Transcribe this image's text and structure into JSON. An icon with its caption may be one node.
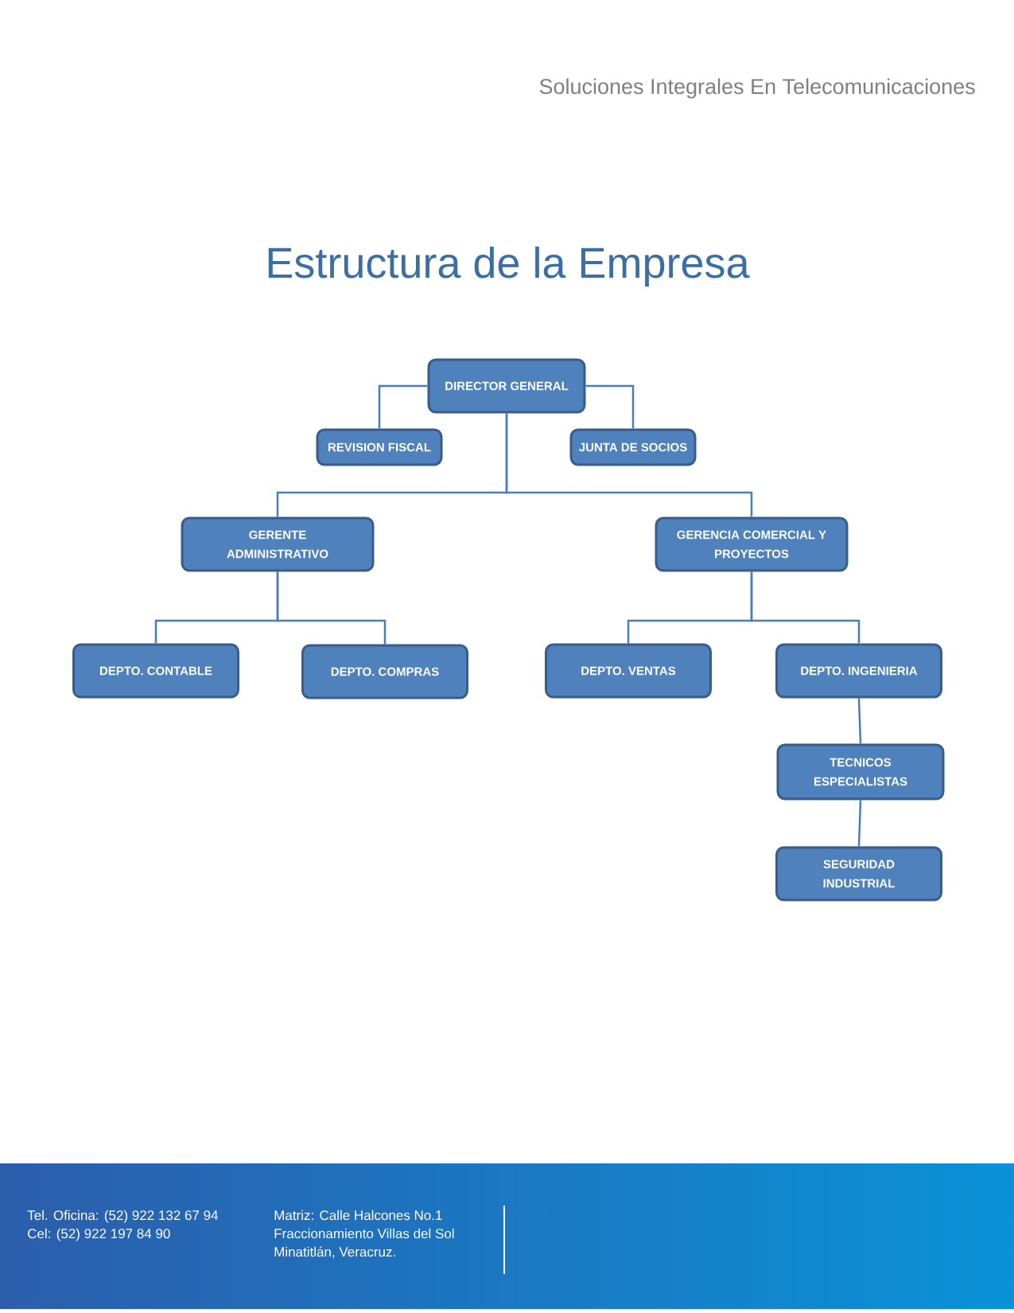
{
  "diagram": {
    "title": "Estructura de la Empresa",
    "nodes": [
      {
        "text": [
          "DIRECTOR GENERAL"
        ]
      },
      {
        "text": [
          "REVISION FISCAL"
        ]
      },
      {
        "text": [
          "JUNTA DE SOCIOS"
        ]
      },
      {
        "text": [
          "GERENTE ADMINISTRATIVO"
        ]
      },
      {
        "text": [
          "GERENCIA COMERCIAL Y PROYECTOS"
        ]
      },
      {
        "text": [
          "DEPTO. CONTABLE"
        ]
      },
      {
        "text": [
          "DEPTO. COMPRAS"
        ]
      },
      {
        "text": [
          "DEPTO. VENTAS"
        ]
      },
      {
        "text": [
          "DEPTO. INGENIERIA"
        ]
      },
      {
        "text": [
          "TECNICOS ESPECIALISTAS"
        ]
      },
      {
        "text": [
          "SEGURIDAD INDUSTRIAL"
        ]
      }
    ],
    "edges": [
      {
        "from": 0,
        "to": 1,
        "arrow": "none"
      },
      {
        "from": 0,
        "to": 2,
        "arrow": "none"
      },
      {
        "from": 0,
        "to": 3,
        "arrow": "none"
      },
      {
        "from": 0,
        "to": 4,
        "arrow": "none"
      },
      {
        "from": 3,
        "to": 5,
        "arrow": "none"
      },
      {
        "from": 3,
        "to": 6,
        "arrow": "none"
      },
      {
        "from": 4,
        "to": 7,
        "arrow": "none"
      },
      {
        "from": 4,
        "to": 8,
        "arrow": "none"
      },
      {
        "from": 8,
        "to": 9,
        "arrow": "none"
      },
      {
        "from": 9,
        "to": 10,
        "arrow": "none"
      }
    ],
    "labels": [
      "Soluciones Integrales En Telecomunicaciones",
      "Tel. Oficina: (52) 922 132 67 94",
      "Cel: (52) 922 197 84 90",
      "Matriz: Calle Halcones No.1",
      "Fraccionamiento Villas del Sol",
      "Minatitlán, Veracruz."
    ]
  }
}
